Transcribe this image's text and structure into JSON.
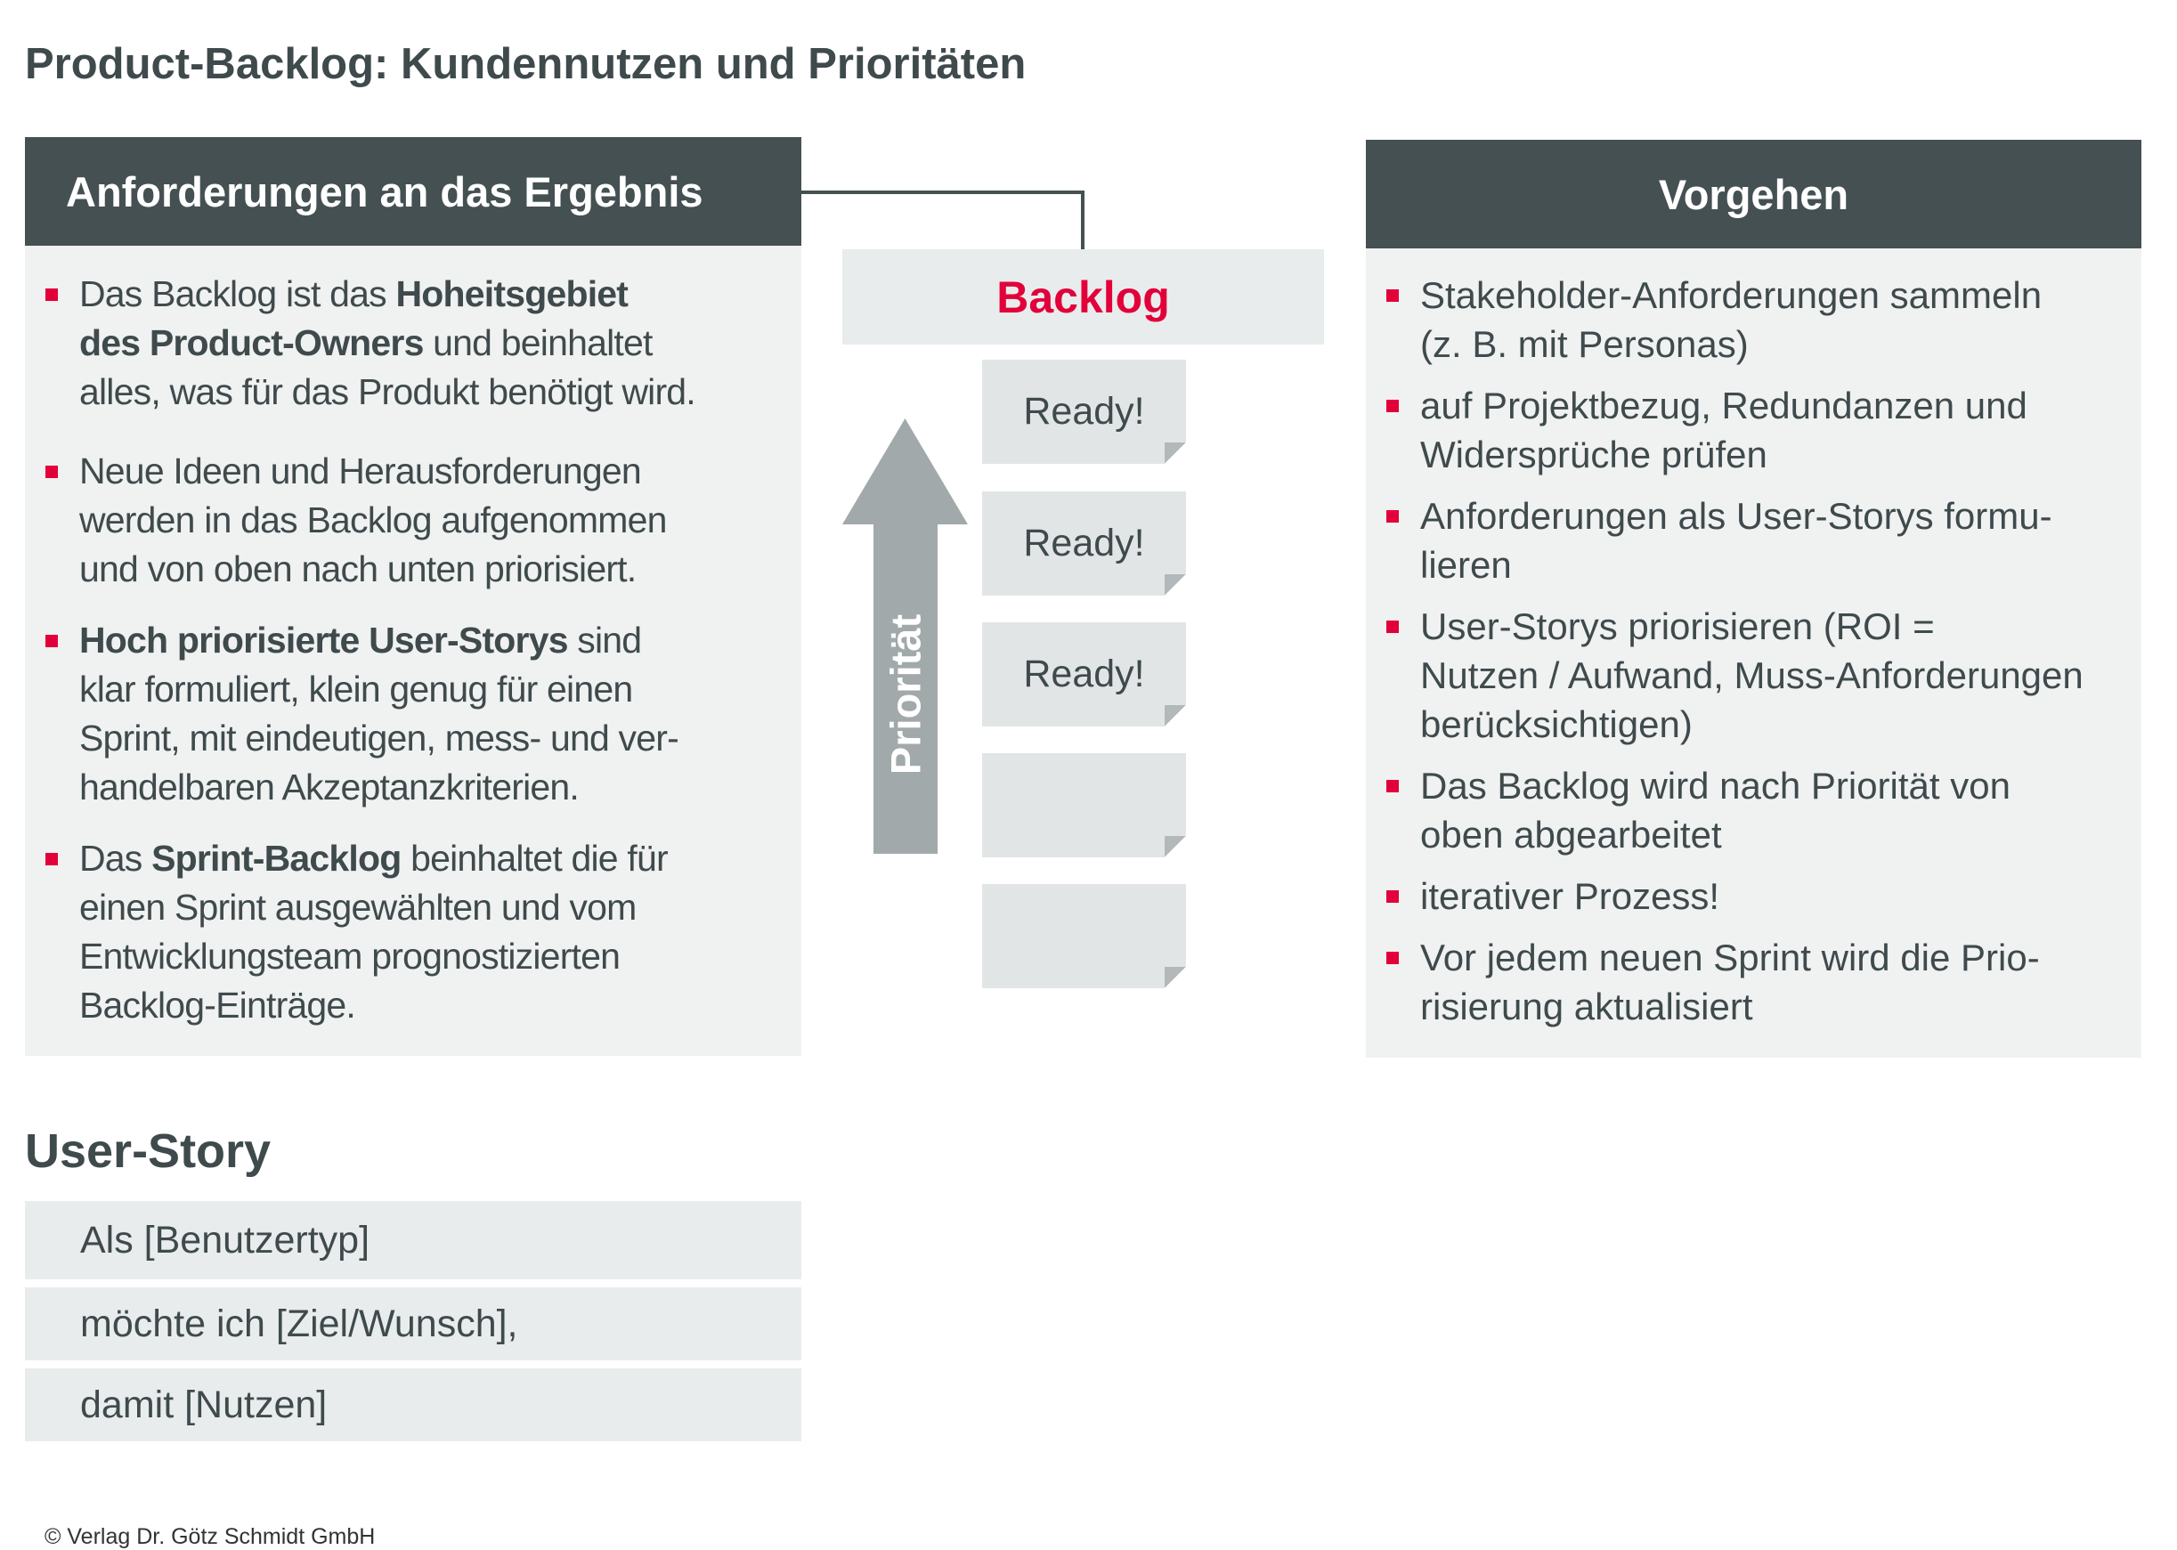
{
  "title": "Product-Backlog: Kundennutzen und Prioritäten",
  "colors": {
    "header": "#455052",
    "panel": "#f0f1f1",
    "accent": "#e2003a",
    "arrow": "#a2a9ab"
  },
  "left": {
    "heading": "Anforderungen an das Ergebnis",
    "items": [
      [
        [
          {
            "t": "Das Backlog ist das "
          },
          {
            "t": "Hoheitsgebiet",
            "b": true
          }
        ],
        [
          {
            "t": "des Product-Owners",
            "b": true
          },
          {
            "t": " und beinhaltet"
          }
        ],
        [
          {
            "t": "alles, was für das Produkt benötigt wird."
          }
        ]
      ],
      [
        [
          {
            "t": "Neue Ideen und Herausforderungen"
          }
        ],
        [
          {
            "t": "werden in das Backlog aufgenommen"
          }
        ],
        [
          {
            "t": "und von oben nach unten priorisiert."
          }
        ]
      ],
      [
        [
          {
            "t": "Hoch priorisierte User-Storys",
            "b": true
          },
          {
            "t": " sind"
          }
        ],
        [
          {
            "t": "klar formuliert, klein genug für einen"
          }
        ],
        [
          {
            "t": "Sprint, mit eindeutigen, mess- und ver-"
          }
        ],
        [
          {
            "t": "handelbaren Akzeptanzkriterien."
          }
        ]
      ],
      [
        [
          {
            "t": "Das "
          },
          {
            "t": "Sprint-Backlog",
            "b": true
          },
          {
            "t": " beinhaltet die für"
          }
        ],
        [
          {
            "t": "einen Sprint ausgewählten und vom"
          }
        ],
        [
          {
            "t": "Entwicklungsteam prognostizierten"
          }
        ],
        [
          {
            "t": "Backlog-Einträge."
          }
        ]
      ]
    ]
  },
  "center": {
    "backlog_label": "Backlog",
    "priority_label": "Priorität",
    "cards": [
      "Ready!",
      "Ready!",
      "Ready!",
      "",
      ""
    ]
  },
  "right": {
    "heading": "Vorgehen",
    "items": [
      [
        [
          {
            "t": "Stakeholder-Anforderungen sammeln"
          }
        ],
        [
          {
            "t": "(z. B. mit Personas)"
          }
        ]
      ],
      [
        [
          {
            "t": "auf Projektbezug, Redundanzen und"
          }
        ],
        [
          {
            "t": "Widersprüche prüfen"
          }
        ]
      ],
      [
        [
          {
            "t": "Anforderungen als User-Storys formu-"
          }
        ],
        [
          {
            "t": "lieren"
          }
        ]
      ],
      [
        [
          {
            "t": "User-Storys priorisieren (ROI ="
          }
        ],
        [
          {
            "t": "Nutzen / Aufwand, Muss-Anforderungen"
          }
        ],
        [
          {
            "t": "berücksichtigen)"
          }
        ]
      ],
      [
        [
          {
            "t": "Das Backlog wird nach Priorität von"
          }
        ],
        [
          {
            "t": "oben abgearbeitet"
          }
        ]
      ],
      [
        [
          {
            "t": "iterativer Prozess!"
          }
        ]
      ],
      [
        [
          {
            "t": "Vor jedem neuen Sprint wird die Prio-"
          }
        ],
        [
          {
            "t": "risierung aktualisiert"
          }
        ]
      ]
    ]
  },
  "user_story": {
    "heading": "User-Story",
    "rows": [
      "Als [Benutzertyp]",
      "möchte ich [Ziel/Wunsch],",
      "damit [Nutzen]"
    ]
  },
  "footer": {
    "copyright": "© Verlag Dr. Götz Schmidt GmbH"
  }
}
